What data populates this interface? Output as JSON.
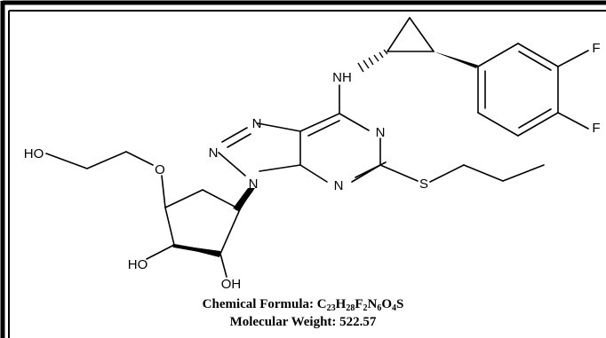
{
  "molecule": {
    "atoms": {
      "nh": "NH",
      "n_pyrimidine_top": "N",
      "n_pyrimidine_bottom": "N",
      "n_triazole_top": "N",
      "n_triazole_mid": "N",
      "n_triazole_bottom": "N",
      "s": "S",
      "o_ether": "O",
      "ho_chain": "HO",
      "ho_ring_left": "HO",
      "oh_ring_right": "OH",
      "f_upper": "F",
      "f_lower": "F"
    }
  },
  "caption": {
    "formula_label": "Chemical Formula: ",
    "formula": [
      {
        "el": "C",
        "n": "23"
      },
      {
        "el": "H",
        "n": "28"
      },
      {
        "el": "F",
        "n": "2"
      },
      {
        "el": "N",
        "n": "6"
      },
      {
        "el": "O",
        "n": "4"
      },
      {
        "el": "S",
        "n": ""
      }
    ],
    "weight": "Molecular Weight: 522.57"
  },
  "colors": {
    "ink": "#000000",
    "background": "#ffffff"
  }
}
